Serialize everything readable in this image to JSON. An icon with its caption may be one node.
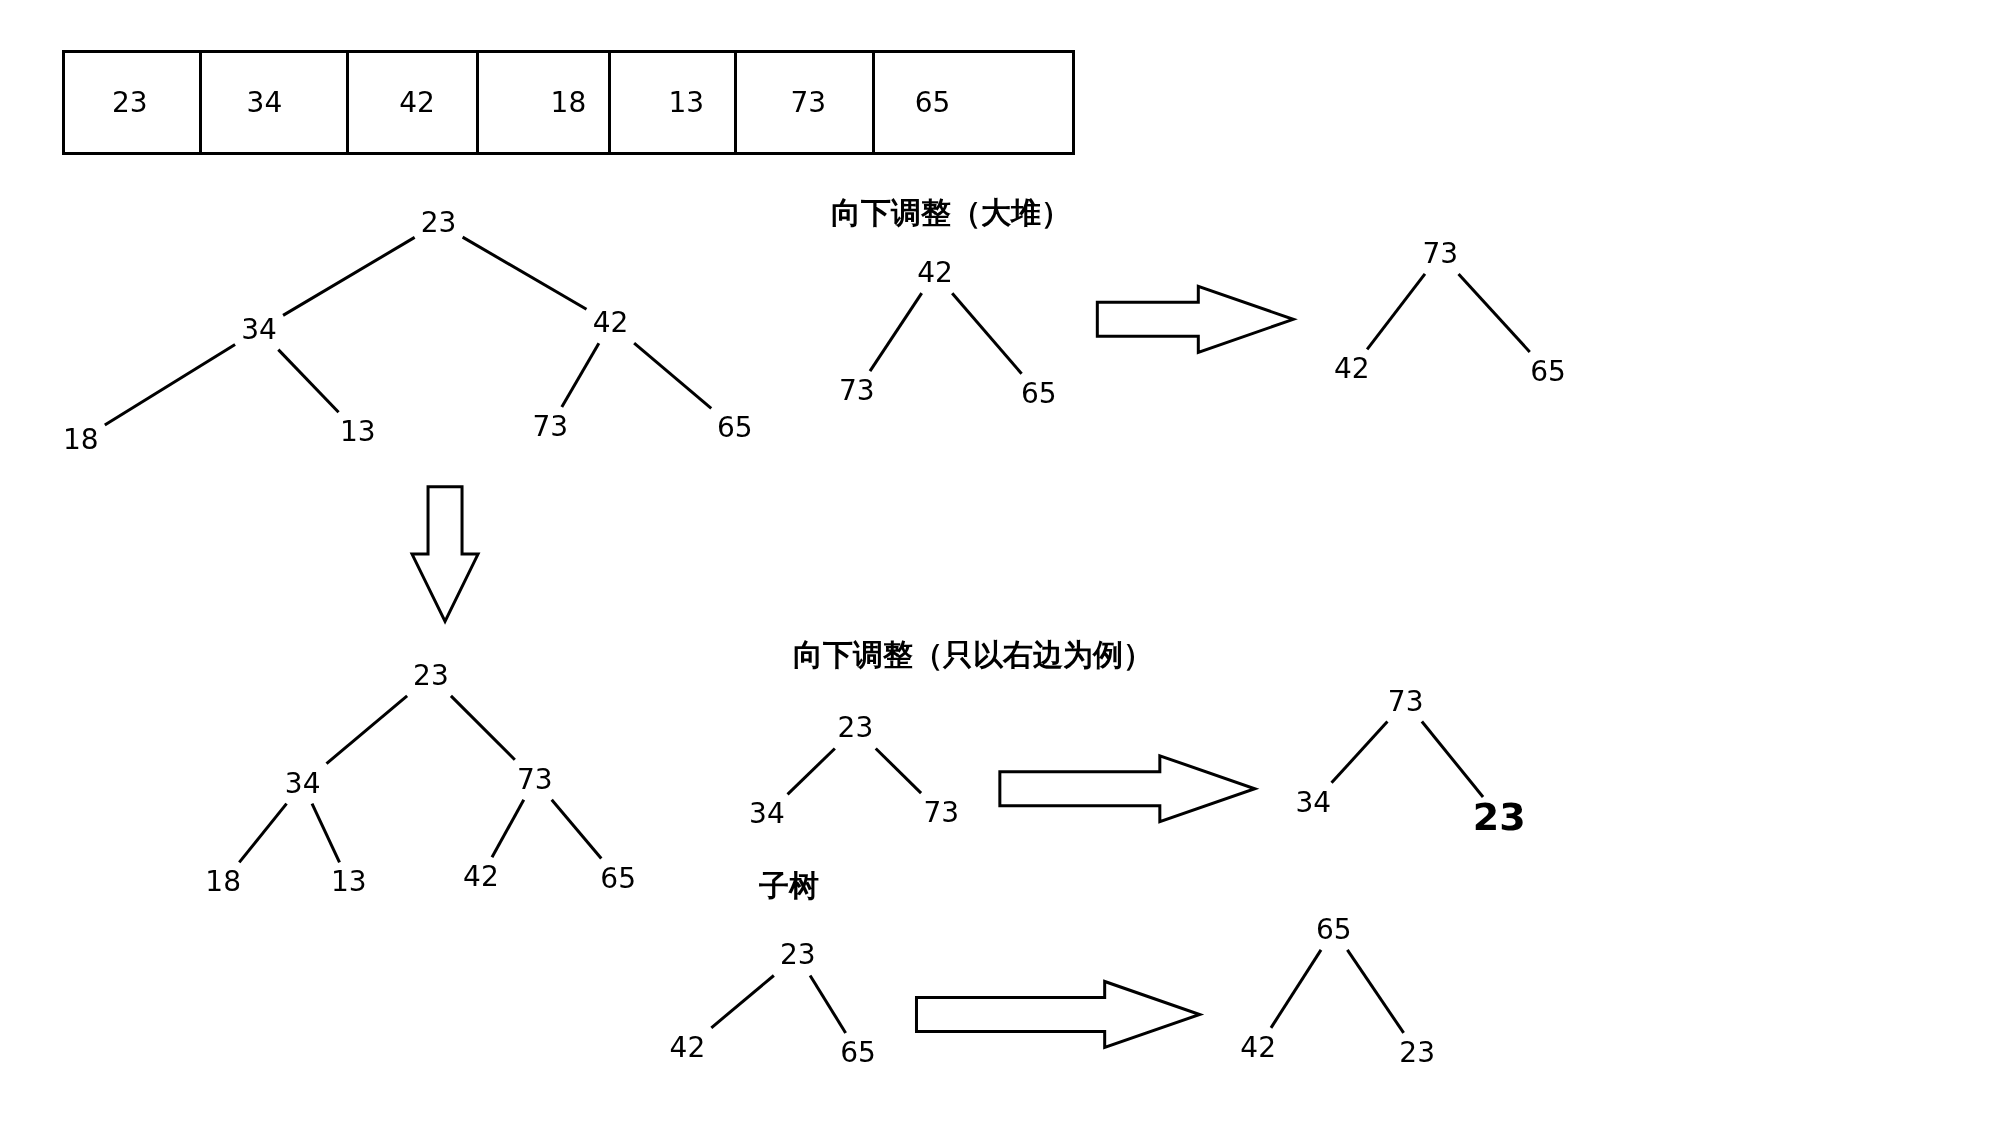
{
  "diagram": {
    "nodes": [
      {
        "text": [],
        "shape": "box"
      },
      {
        "text": [
          "23"
        ],
        "in": 0
      },
      {
        "text": [
          "34"
        ],
        "in": 0
      },
      {
        "text": [
          "42"
        ],
        "in": 0
      },
      {
        "text": [
          "18"
        ],
        "in": 0
      },
      {
        "text": [
          "13"
        ],
        "in": 0
      },
      {
        "text": [
          "73"
        ],
        "in": 0
      },
      {
        "text": [
          "65"
        ],
        "in": 0
      },
      {
        "text": [
          "23"
        ]
      },
      {
        "text": [
          "34"
        ]
      },
      {
        "text": [
          "42"
        ]
      },
      {
        "text": [
          "18"
        ]
      },
      {
        "text": [
          "13"
        ]
      },
      {
        "text": [
          "73"
        ]
      },
      {
        "text": [
          "65"
        ]
      },
      {
        "text": [
          "42"
        ]
      },
      {
        "text": [
          "73"
        ]
      },
      {
        "text": [
          "65"
        ]
      },
      {
        "text": [
          "73"
        ]
      },
      {
        "text": [
          "42"
        ]
      },
      {
        "text": [
          "65"
        ]
      },
      {
        "text": [
          "23"
        ]
      },
      {
        "text": [
          "34"
        ]
      },
      {
        "text": [
          "73"
        ]
      },
      {
        "text": [
          "18"
        ]
      },
      {
        "text": [
          "13"
        ]
      },
      {
        "text": [
          "42"
        ]
      },
      {
        "text": [
          "65"
        ]
      },
      {
        "text": [
          "23"
        ]
      },
      {
        "text": [
          "34"
        ]
      },
      {
        "text": [
          "73"
        ]
      },
      {
        "text": [
          "73"
        ]
      },
      {
        "text": [
          "34"
        ]
      },
      {
        "text": [
          "23"
        ]
      },
      {
        "text": [
          "23"
        ]
      },
      {
        "text": [
          "42"
        ]
      },
      {
        "text": [
          "65"
        ]
      },
      {
        "text": [
          "65"
        ]
      },
      {
        "text": [
          "42"
        ]
      },
      {
        "text": [
          "23"
        ]
      }
    ],
    "edges": [
      {
        "from": 8,
        "to": 9,
        "arrow": "none"
      },
      {
        "from": 8,
        "to": 10,
        "arrow": "none"
      },
      {
        "from": 9,
        "to": 11,
        "arrow": "none"
      },
      {
        "from": 9,
        "to": 12,
        "arrow": "none"
      },
      {
        "from": 10,
        "to": 13,
        "arrow": "none"
      },
      {
        "from": 10,
        "to": 14,
        "arrow": "none"
      },
      {
        "from": 15,
        "to": 16,
        "arrow": "none"
      },
      {
        "from": 15,
        "to": 17,
        "arrow": "none"
      },
      {
        "from": 18,
        "to": 19,
        "arrow": "none"
      },
      {
        "from": 18,
        "to": 20,
        "arrow": "none"
      },
      {
        "from": 21,
        "to": 22,
        "arrow": "none"
      },
      {
        "from": 21,
        "to": 23,
        "arrow": "none"
      },
      {
        "from": 22,
        "to": 24,
        "arrow": "none"
      },
      {
        "from": 22,
        "to": 25,
        "arrow": "none"
      },
      {
        "from": 23,
        "to": 26,
        "arrow": "none"
      },
      {
        "from": 23,
        "to": 27,
        "arrow": "none"
      },
      {
        "from": 28,
        "to": 29,
        "arrow": "none"
      },
      {
        "from": 28,
        "to": 30,
        "arrow": "none"
      },
      {
        "from": 31,
        "to": 32,
        "arrow": "none"
      },
      {
        "from": 31,
        "to": 33,
        "arrow": "none"
      },
      {
        "from": 34,
        "to": 35,
        "arrow": "none"
      },
      {
        "from": 34,
        "to": 36,
        "arrow": "none"
      },
      {
        "from": 37,
        "to": 38,
        "arrow": "none"
      },
      {
        "from": 37,
        "to": 39,
        "arrow": "none"
      },
      {
        "from": 12,
        "to": 21,
        "arrow": "to",
        "style": "thick"
      },
      {
        "from": 17,
        "to": 19,
        "arrow": "to",
        "style": "thick"
      },
      {
        "from": 30,
        "to": 32,
        "arrow": "to",
        "style": "thick"
      },
      {
        "from": 36,
        "to": 38,
        "arrow": "to",
        "style": "thick"
      }
    ],
    "labels": [
      "向下调整（大堆）",
      "向下调整（只以右边为例）",
      "子树"
    ]
  }
}
